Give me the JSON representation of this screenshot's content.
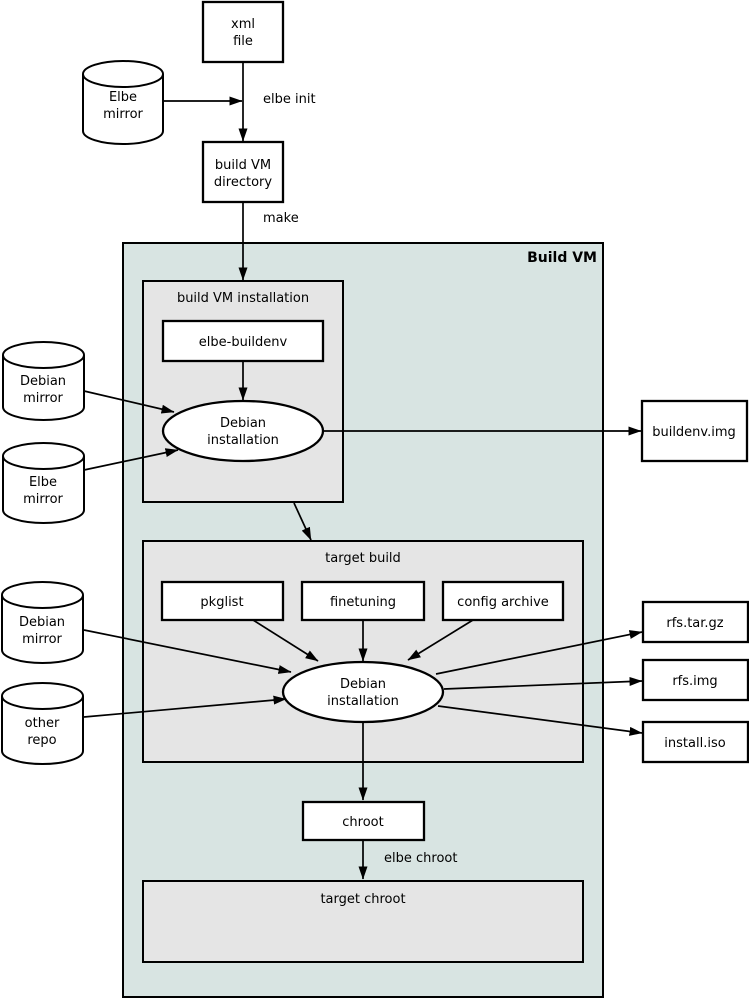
{
  "colors": {
    "container_bg": "#d8e4e2",
    "group_bg": "#e5e5e5",
    "node_fill": "#ffffff",
    "line": "#000000"
  },
  "container": {
    "label": "Build VM"
  },
  "nodes": {
    "xml_file": {
      "lines": [
        "xml",
        "file"
      ]
    },
    "elbe_mirror_top": {
      "lines": [
        "Elbe",
        "mirror"
      ]
    },
    "build_vm_directory": {
      "lines": [
        "build VM",
        "directory"
      ]
    },
    "build_vm_installation": {
      "title": "build VM installation"
    },
    "elbe_buildenv": {
      "label": "elbe-buildenv"
    },
    "debian_installation_build": {
      "lines": [
        "Debian",
        "installation"
      ]
    },
    "debian_mirror_mid": {
      "lines": [
        "Debian",
        "mirror"
      ]
    },
    "elbe_mirror_mid": {
      "lines": [
        "Elbe",
        "mirror"
      ]
    },
    "buildenv_img": {
      "label": "buildenv.img"
    },
    "target_build": {
      "title": "target build"
    },
    "pkglist": {
      "label": "pkglist"
    },
    "finetuning": {
      "label": "finetuning"
    },
    "config_archive": {
      "label": "config archive"
    },
    "debian_installation_target": {
      "lines": [
        "Debian",
        "installation"
      ]
    },
    "debian_mirror_low": {
      "lines": [
        "Debian",
        "mirror"
      ]
    },
    "other_repo": {
      "lines": [
        "other",
        "repo"
      ]
    },
    "rfs_tar_gz": {
      "label": "rfs.tar.gz"
    },
    "rfs_img": {
      "label": "rfs.img"
    },
    "install_iso": {
      "label": "install.iso"
    },
    "chroot": {
      "label": "chroot"
    },
    "target_chroot": {
      "title": "target chroot"
    }
  },
  "edge_labels": {
    "elbe_init": "elbe init",
    "make": "make",
    "elbe_chroot": "elbe chroot"
  }
}
